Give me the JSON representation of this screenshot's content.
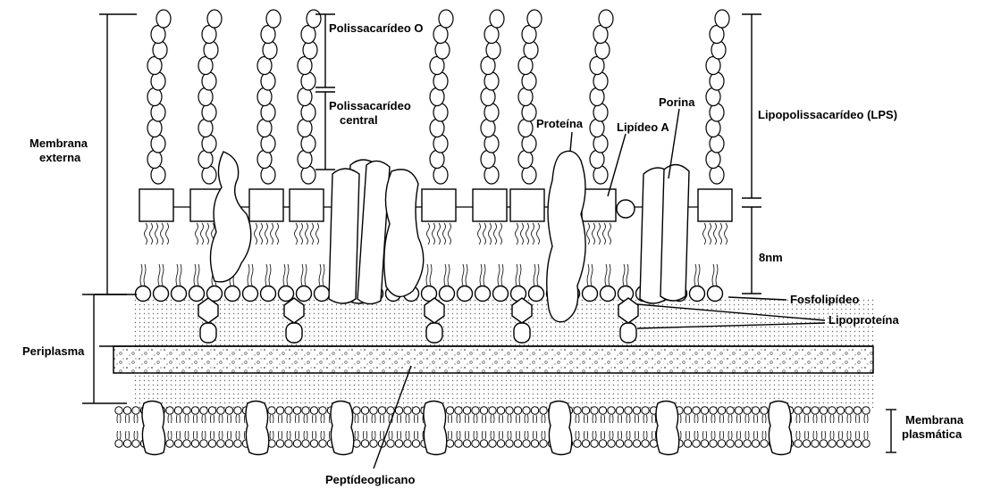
{
  "labels": {
    "polissacarideo_o": "Polissacarídeo O",
    "polissacarideo_central_1": "Polissacarídeo",
    "polissacarideo_central_2": "central",
    "proteina": "Proteína",
    "lipideo_a": "Lipídeo A",
    "porina": "Porina",
    "lps": "Lipopolissacarídeo (LPS)",
    "membrana_externa_1": "Membrana",
    "membrana_externa_2": "externa",
    "nm": "8nm",
    "fosfolipideo": "Fosfolipídeo",
    "lipoproteina": "Lipoproteína",
    "periplasma": "Periplasma",
    "membrana_plasmatica_1": "Membrana",
    "membrana_plasmatica_2": "plasmática",
    "peptideoglicano": "Peptídeoglicano"
  },
  "colors": {
    "ink": "#000000",
    "paper": "#ffffff",
    "stipple": "#777777"
  }
}
